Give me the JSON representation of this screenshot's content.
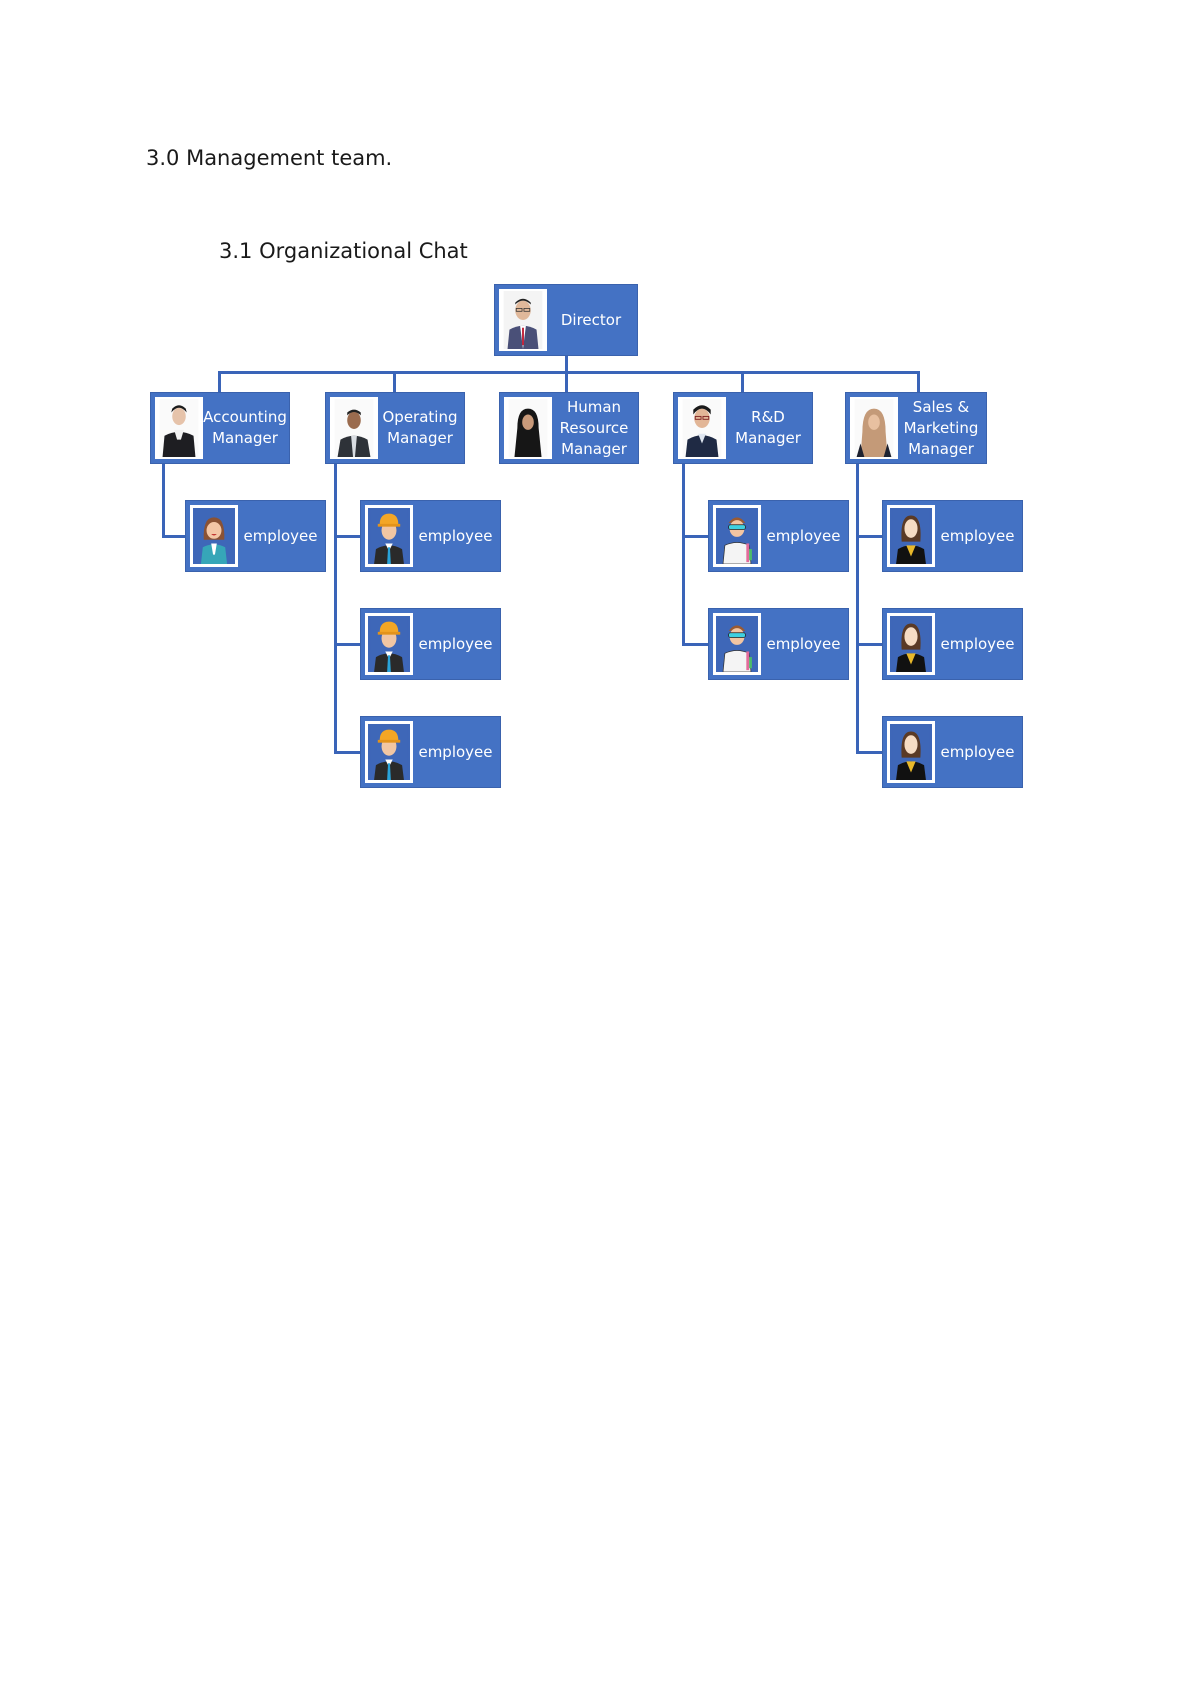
{
  "document": {
    "heading": "3.0 Management team.",
    "subheading": "3.1 Organizational Chat"
  },
  "org_chart": {
    "director": {
      "title": "Director",
      "avatar": "photo-man-glasses-red-tie"
    },
    "managers": [
      {
        "title": "Accounting\nManager",
        "avatar": "photo-woman-black-suit",
        "employees": [
          {
            "label": "employee",
            "avatar": "cartoon-woman-office"
          }
        ]
      },
      {
        "title": "Operating\nManager",
        "avatar": "photo-man-suit",
        "employees": [
          {
            "label": "employee",
            "avatar": "cartoon-engineer-hardhat"
          },
          {
            "label": "employee",
            "avatar": "cartoon-engineer-hardhat"
          },
          {
            "label": "employee",
            "avatar": "cartoon-engineer-hardhat"
          }
        ]
      },
      {
        "title": "Human\nResource\nManager",
        "avatar": "photo-woman-hijab-black",
        "employees": []
      },
      {
        "title": "R&D\nManager",
        "avatar": "photo-man-glasses",
        "employees": [
          {
            "label": "employee",
            "avatar": "cartoon-scientist"
          },
          {
            "label": "employee",
            "avatar": "cartoon-scientist"
          }
        ]
      },
      {
        "title": "Sales &\nMarketing\nManager",
        "avatar": "photo-woman-hijab-beige",
        "employees": [
          {
            "label": "employee",
            "avatar": "icon-businesswoman"
          },
          {
            "label": "employee",
            "avatar": "icon-businesswoman"
          },
          {
            "label": "employee",
            "avatar": "icon-businesswoman"
          }
        ]
      }
    ],
    "colors": {
      "box_fill": "#4472c4",
      "connector": "#3a64b8",
      "text": "#ffffff"
    }
  }
}
